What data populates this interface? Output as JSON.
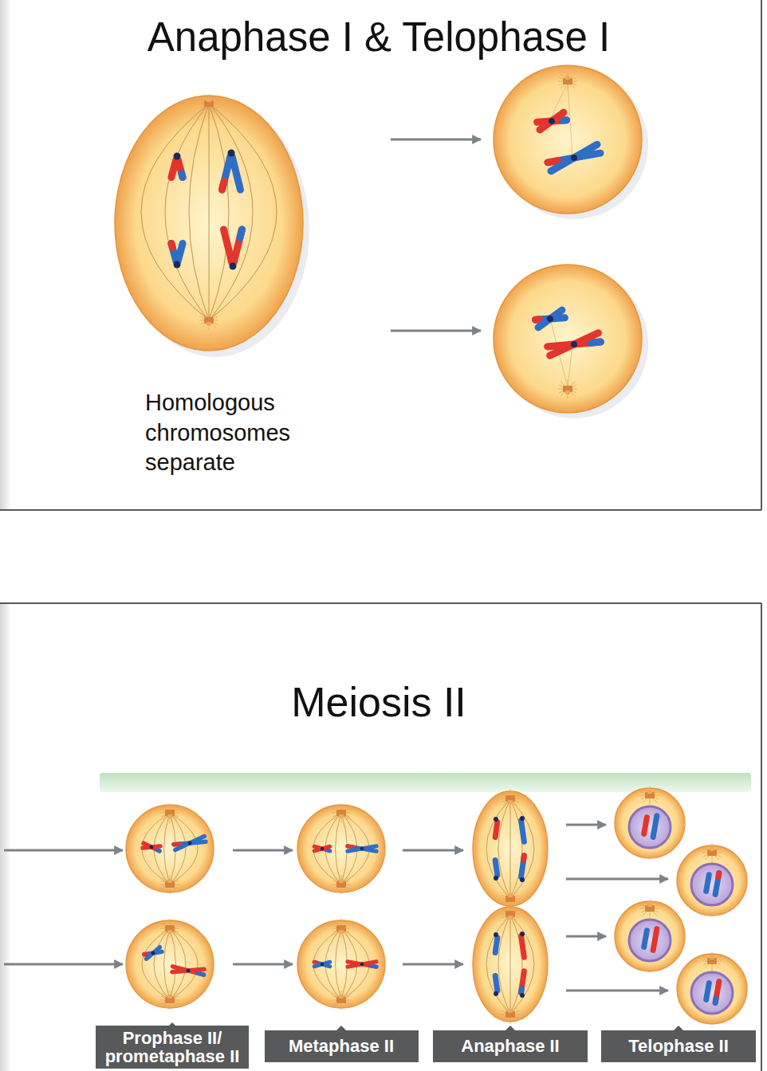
{
  "diagram": {
    "title": "Anaphase I & Telophase I",
    "nodes": [
      {
        "text": [
          "Prophase II/ prometaphase II"
        ]
      },
      {
        "text": [
          "Metaphase II"
        ]
      },
      {
        "text": [
          "Anaphase II"
        ]
      },
      {
        "text": [
          "Telophase II"
        ]
      }
    ],
    "labels": [
      "Homologous chromosomes separate",
      "Meiosis II"
    ]
  }
}
